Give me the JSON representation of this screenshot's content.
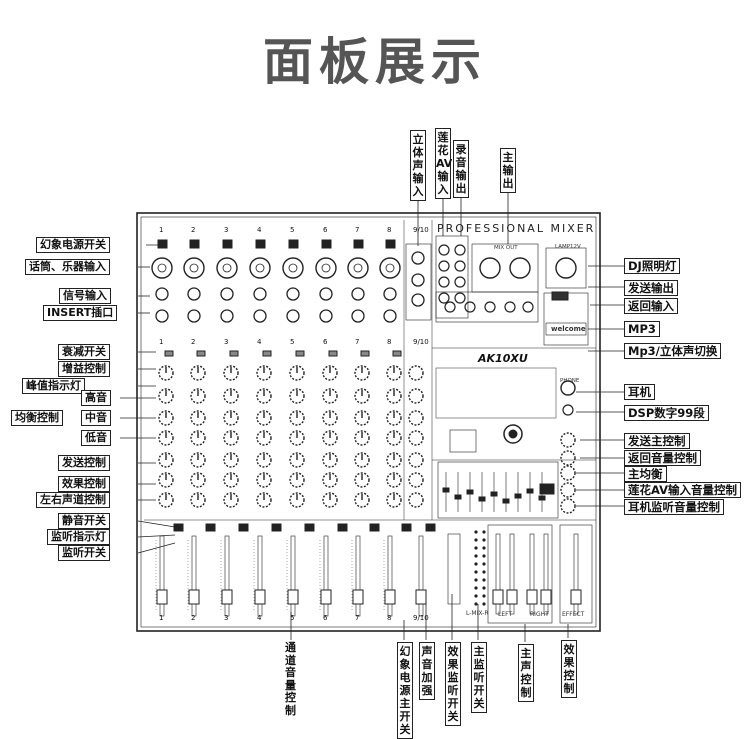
{
  "title": "面板展示",
  "mixer": {
    "brand": "PROFESSIONAL MIXER",
    "model": "AK10XU",
    "channel_numbers": [
      "1",
      "2",
      "3",
      "4",
      "5",
      "6",
      "7",
      "8",
      "9/10"
    ],
    "bottom_labels": {
      "left_right": "L-MIX-R",
      "left": "LEFT",
      "right": "RIGHT",
      "effect": "EFFECT"
    },
    "mix_out": "MIX OUT",
    "lamp": "LAMP12V",
    "welcome": "welcome",
    "phone": "PHONE"
  },
  "left_labels": [
    "幻象电源开关",
    "话筒、乐器输入",
    "信号输入",
    "INSERT插口",
    "衰减开关",
    "增益控制",
    "峰值指示灯",
    "高音",
    "均衡控制",
    "中音",
    "低音",
    "发送控制",
    "效果控制",
    "左右声道控制",
    "静音开关",
    "监听指示灯",
    "监听开关"
  ],
  "right_labels": [
    "DJ照明灯",
    "发送输出",
    "返回输入",
    "MP3",
    "Mp3/立体声切换",
    "耳机",
    "DSP数字99段",
    "发送主控制",
    "返回音量控制",
    "主均衡",
    "莲花AV输入音量控制",
    "耳机监听音量控制"
  ],
  "top_labels": [
    "立体声输入",
    "莲花AV输入",
    "录音输出",
    "主输出"
  ],
  "bottom_labels": [
    "通道音量控制",
    "幻象电源主开关",
    "声音加强",
    "效果监听开关",
    "主监听开关",
    "主声控制",
    "效果控制"
  ]
}
